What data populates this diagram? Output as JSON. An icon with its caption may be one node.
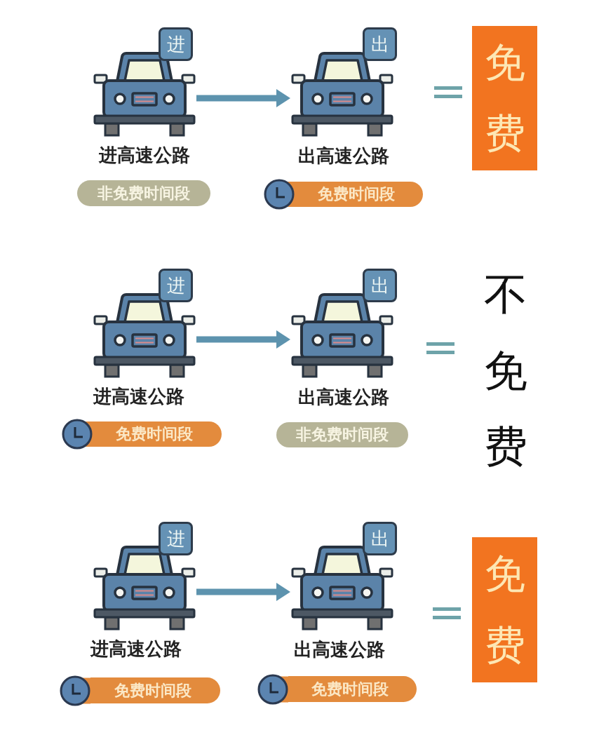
{
  "diagram": {
    "nodes": [
      {
        "text": [
          "进"
        ]
      },
      {
        "text": [],
        "shape": "picture",
        "beside": [
          "进高速公路"
        ]
      },
      {
        "text": [
          "出"
        ]
      },
      {
        "text": [],
        "shape": "picture",
        "beside": [
          "出高速公路"
        ]
      },
      {
        "text": [
          "免费"
        ]
      },
      {
        "text": [
          "非免费时间段"
        ]
      },
      {
        "text": [
          "免费时间段"
        ]
      },
      {
        "text": [
          "进"
        ]
      },
      {
        "text": [],
        "shape": "picture",
        "beside": [
          "进高速公路"
        ]
      },
      {
        "text": [
          "出"
        ]
      },
      {
        "text": [],
        "shape": "picture",
        "beside": [
          "出高速公路"
        ]
      },
      {
        "text": [
          "免费时间段"
        ]
      },
      {
        "text": [
          "非免费时间段"
        ]
      },
      {
        "text": [
          "进"
        ]
      },
      {
        "text": [],
        "shape": "picture",
        "beside": [
          "进高速公路"
        ]
      },
      {
        "text": [
          "出"
        ]
      },
      {
        "text": [],
        "shape": "picture",
        "beside": [
          "出高速公路"
        ]
      },
      {
        "text": [
          "免费"
        ]
      },
      {
        "text": [
          "免费时间段"
        ]
      },
      {
        "text": [
          "免费时间段"
        ]
      }
    ],
    "edges": [
      {
        "from": 1,
        "to": 3,
        "arrow": "to"
      },
      {
        "from": 8,
        "to": 10,
        "arrow": "to"
      },
      {
        "from": 14,
        "to": 16,
        "arrow": "to"
      }
    ],
    "labels": [
      "不免费"
    ]
  }
}
